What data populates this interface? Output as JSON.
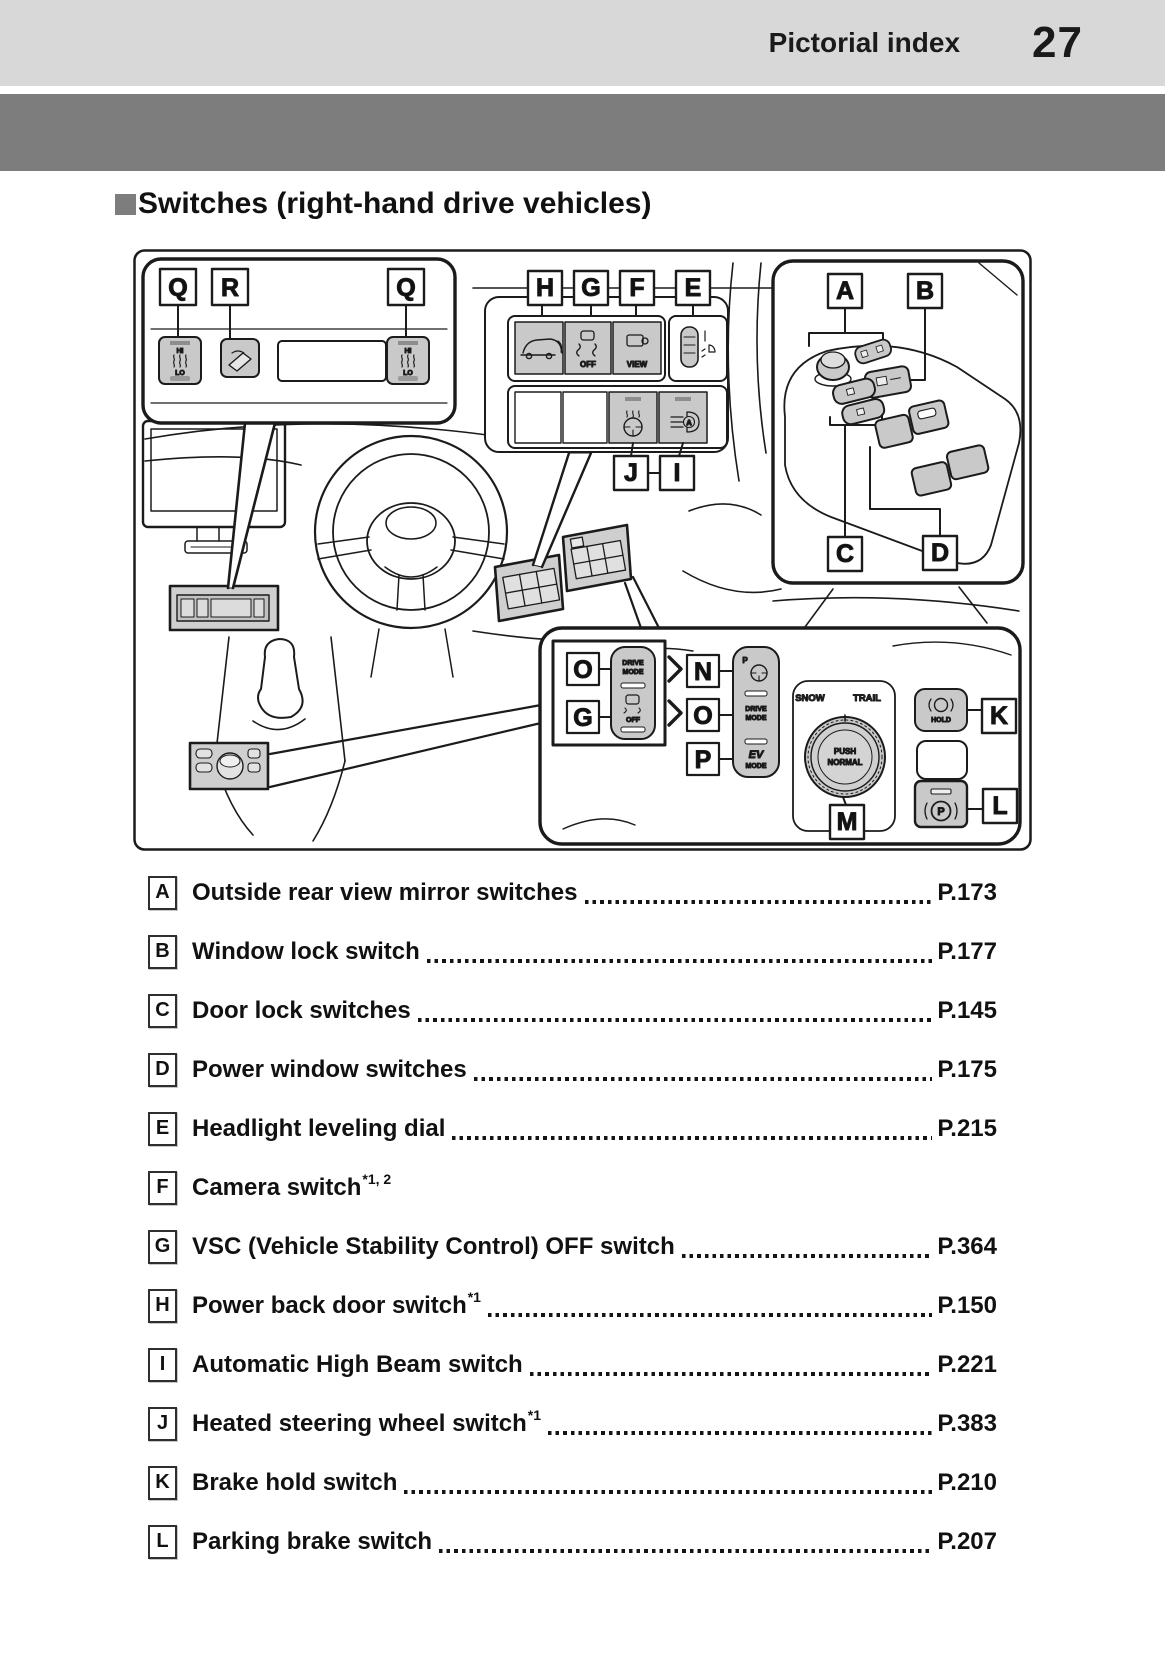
{
  "header": {
    "title": "Pictorial index",
    "page_number": "27"
  },
  "section": {
    "title": "Switches (right-hand drive vehicles)"
  },
  "diagram": {
    "callouts": {
      "q1": "Q",
      "r": "R",
      "q2": "Q",
      "h": "H",
      "g": "G",
      "f": "F",
      "e": "E",
      "a": "A",
      "b": "B",
      "c": "C",
      "d": "D",
      "j": "J",
      "i": "I",
      "o1": "O",
      "g2": "G",
      "n": "N",
      "o2": "O",
      "p": "P",
      "m": "M",
      "k": "K",
      "l": "L"
    },
    "labels": {
      "hi": "HI",
      "lo": "LO",
      "off": "OFF",
      "view": "VIEW",
      "drive": "DRIVE",
      "mode": "MODE",
      "ev": "EV",
      "p_start": "P",
      "snow": "SNOW",
      "trail": "TRAIL",
      "push": "PUSH",
      "normal": "NORMAL",
      "hold": "HOLD",
      "p_brake": "P"
    }
  },
  "index": {
    "items": [
      {
        "key": "A",
        "label": "Outside rear view mirror switches",
        "sup": "",
        "page": "P.173"
      },
      {
        "key": "B",
        "label": "Window lock switch",
        "sup": "",
        "page": "P.177"
      },
      {
        "key": "C",
        "label": "Door lock switches",
        "sup": "",
        "page": "P.145"
      },
      {
        "key": "D",
        "label": "Power window switches",
        "sup": "",
        "page": "P.175"
      },
      {
        "key": "E",
        "label": "Headlight leveling dial",
        "sup": "",
        "page": "P.215"
      },
      {
        "key": "F",
        "label": "Camera switch",
        "sup": "*1, 2",
        "page": ""
      },
      {
        "key": "G",
        "label": "VSC (Vehicle Stability Control) OFF switch",
        "sup": "",
        "page": "P.364"
      },
      {
        "key": "H",
        "label": "Power back door switch",
        "sup": "*1",
        "page": "P.150"
      },
      {
        "key": "I",
        "label": "Automatic High Beam switch",
        "sup": "",
        "page": "P.221"
      },
      {
        "key": "J",
        "label": "Heated steering wheel switch",
        "sup": "*1",
        "page": "P.383"
      },
      {
        "key": "K",
        "label": "Brake hold switch",
        "sup": "",
        "page": "P.210"
      },
      {
        "key": "L",
        "label": "Parking brake switch",
        "sup": "",
        "page": "P.207"
      }
    ]
  }
}
